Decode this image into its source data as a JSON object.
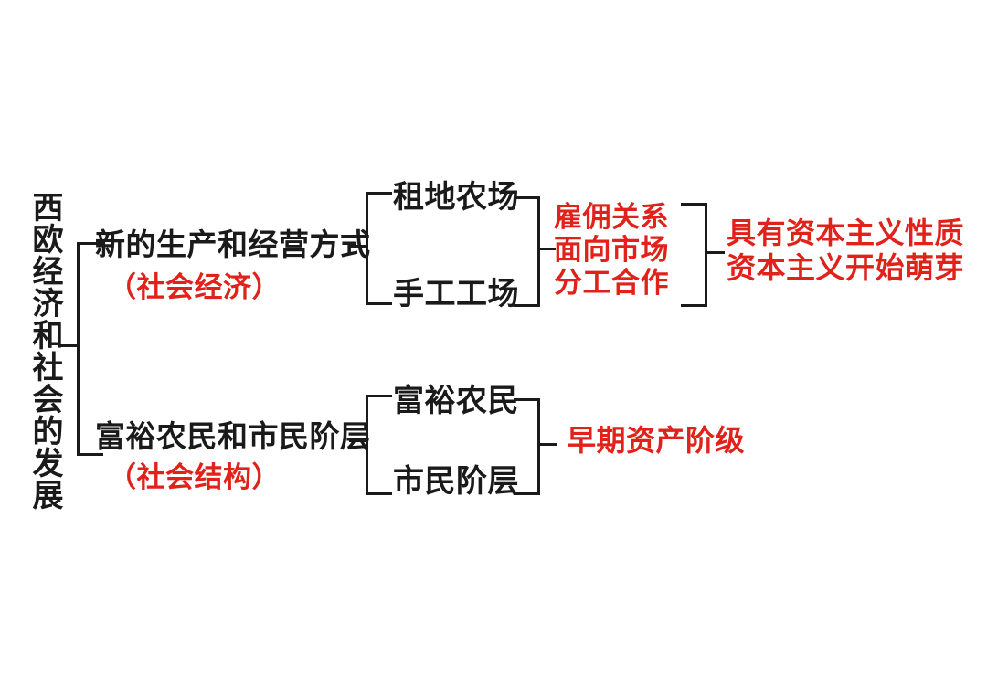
{
  "diagram": {
    "title": "西欧经济和社会的发展",
    "palette": {
      "background": "#ffffff",
      "text_black": "#1a1a1a",
      "text_red": "#e0221a",
      "line": "#1a1a1a"
    },
    "root": {
      "label": "西欧经济和社会的发展",
      "orientation": "vertical"
    },
    "branches": [
      {
        "id": "social-economy",
        "main_label": "新的生产和经营方式",
        "sub_label": "（社会经济）",
        "sub_color": "#e0221a",
        "children": [
          {
            "label": "租地农场"
          },
          {
            "label": "手工工场"
          }
        ],
        "features": [
          "雇佣关系",
          "面向市场",
          "分工合作"
        ],
        "conclusion": [
          "具有资本主义性质",
          "资本主义开始萌芽"
        ]
      },
      {
        "id": "social-structure",
        "main_label": "富裕农民和市民阶层",
        "sub_label": "（社会结构）",
        "sub_color": "#e0221a",
        "children": [
          {
            "label": "富裕农民"
          },
          {
            "label": "市民阶层"
          }
        ],
        "conclusion": [
          "早期资产阶级"
        ]
      }
    ]
  }
}
